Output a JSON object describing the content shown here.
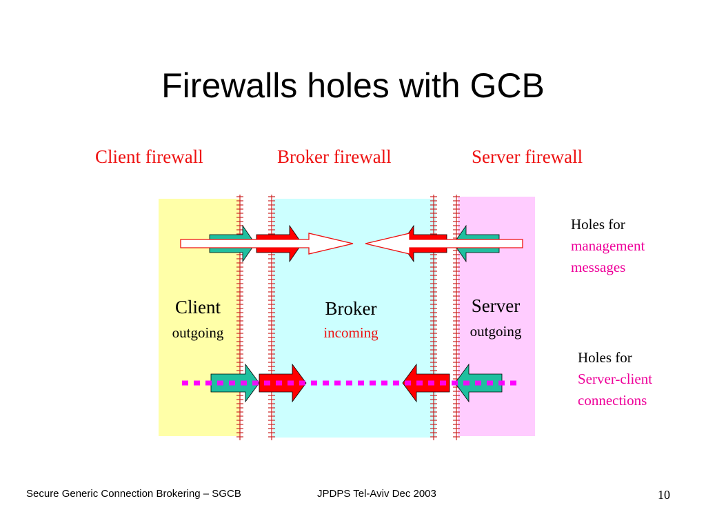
{
  "title": "Firewalls holes with GCB",
  "firewalls": {
    "client": "Client firewall",
    "broker": "Broker firewall",
    "server": "Server firewall"
  },
  "zones": {
    "client": {
      "name": "Client",
      "direction": "outgoing",
      "color": "#ffffa8"
    },
    "broker": {
      "name": "Broker",
      "direction": "incoming",
      "color": "#ccffff"
    },
    "server": {
      "name": "Server",
      "direction": "outgoing",
      "color": "#ffccff"
    }
  },
  "notes": {
    "management": {
      "line1": "Holes for",
      "line2": "management",
      "line3": "messages"
    },
    "connections": {
      "line1": "Holes for",
      "line2": "Server-client",
      "line3": "connections"
    }
  },
  "colors": {
    "firewall_label": "#ee1111",
    "hole_teal": "#1fbf9f",
    "hole_red": "#ff0000",
    "dotted_line": "#ff00ff",
    "firewall_line": "#cc2222"
  },
  "footer": {
    "left": "Secure Generic Connection Brokering – SGCB",
    "center": "JPDPS Tel-Aviv Dec 2003",
    "page": "10"
  }
}
